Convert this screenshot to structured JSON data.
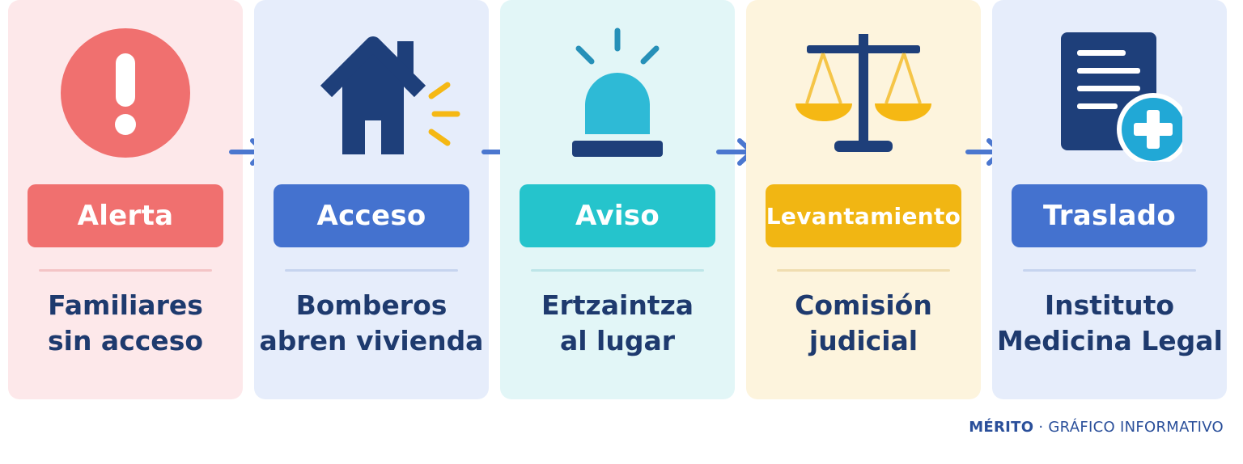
{
  "steps": [
    {
      "label": "Alerta",
      "desc_line1": "Familiares",
      "desc_line2": "sin acceso",
      "icon": "alert-icon",
      "card_bg": "#fde8ea",
      "pill_color": "#f0706f",
      "divider_color": "#f4c4c6"
    },
    {
      "label": "Acceso",
      "desc_line1": "Bomberos",
      "desc_line2": "abren vivienda",
      "icon": "house-icon",
      "card_bg": "#e6edfb",
      "pill_color": "#4472cf",
      "divider_color": "#c6d4ef"
    },
    {
      "label": "Aviso",
      "desc_line1": "Ertzaintza",
      "desc_line2": "al lugar",
      "icon": "siren-icon",
      "card_bg": "#e2f6f7",
      "pill_color": "#25c4cc",
      "divider_color": "#bde5e8"
    },
    {
      "label": "Levantamiento",
      "desc_line1": "Comisión",
      "desc_line2": "judicial",
      "icon": "scales-icon",
      "card_bg": "#fdf4dd",
      "pill_color": "#f1b613",
      "divider_color": "#f0ddb0"
    },
    {
      "label": "Traslado",
      "desc_line1": "Instituto",
      "desc_line2": "Medicina Legal",
      "icon": "medical-document-icon",
      "card_bg": "#e6edfb",
      "pill_color": "#4472cf",
      "divider_color": "#c6d4ef"
    }
  ],
  "footer": {
    "brand": "MÉRITO",
    "separator": " · ",
    "caption": "GRÁFICO INFORMATIVO"
  },
  "colors": {
    "navy": "#1e3f7a",
    "arrow": "#4b77cf"
  }
}
